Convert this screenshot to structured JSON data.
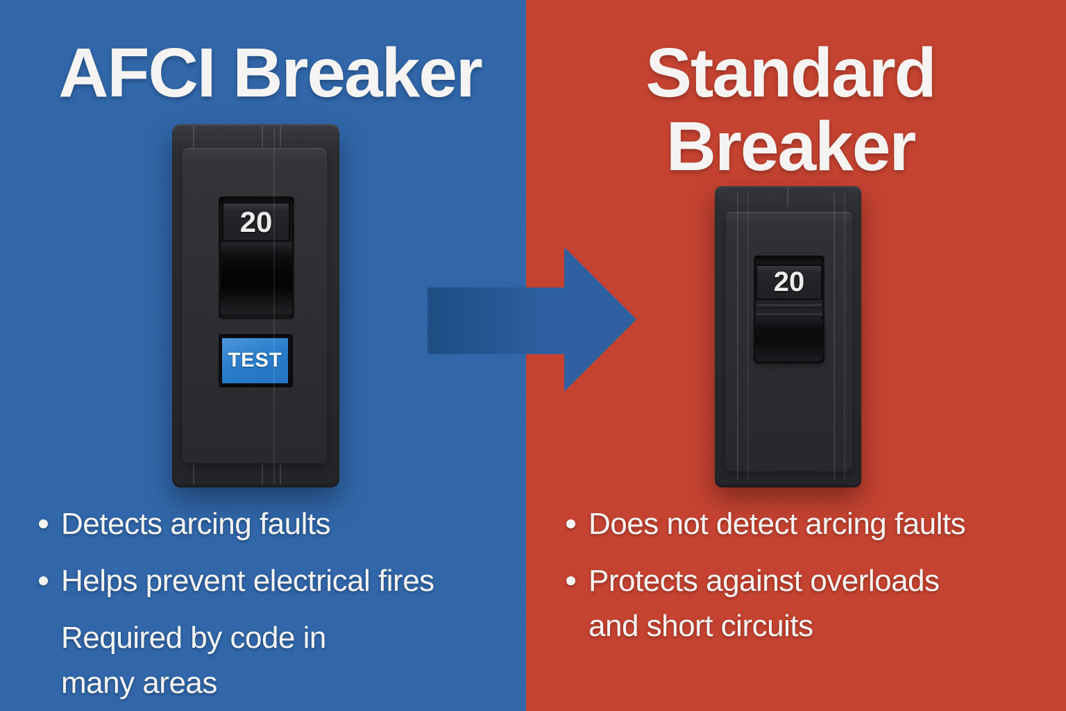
{
  "left": {
    "title": "AFCI Breaker",
    "breaker": {
      "amp": "20",
      "test": "TEST"
    },
    "bullets": [
      {
        "bullet": true,
        "lines": [
          "Detects arcing faults"
        ]
      },
      {
        "bullet": true,
        "lines": [
          "Helps prevent electrical fires"
        ]
      },
      {
        "bullet": false,
        "lines": [
          "Required by code in",
          "many areas"
        ]
      }
    ]
  },
  "right": {
    "title_lines": [
      "Standard",
      "Breaker"
    ],
    "breaker": {
      "amp": "20"
    },
    "bullets": [
      {
        "bullet": true,
        "lines": [
          "Does not detect arcing faults"
        ]
      },
      {
        "bullet": true,
        "lines": [
          "Protects against overloads",
          "and short circuits"
        ]
      }
    ]
  },
  "arrow": {
    "direction": "right"
  },
  "colors": {
    "blue_bg": "#2f63a6",
    "red_bg": "#c3402f",
    "arrow": "#2c5c9e",
    "arrow_dark": "#1d4a7e",
    "test_button": "#2879c8",
    "text": "#f5f4f2"
  }
}
